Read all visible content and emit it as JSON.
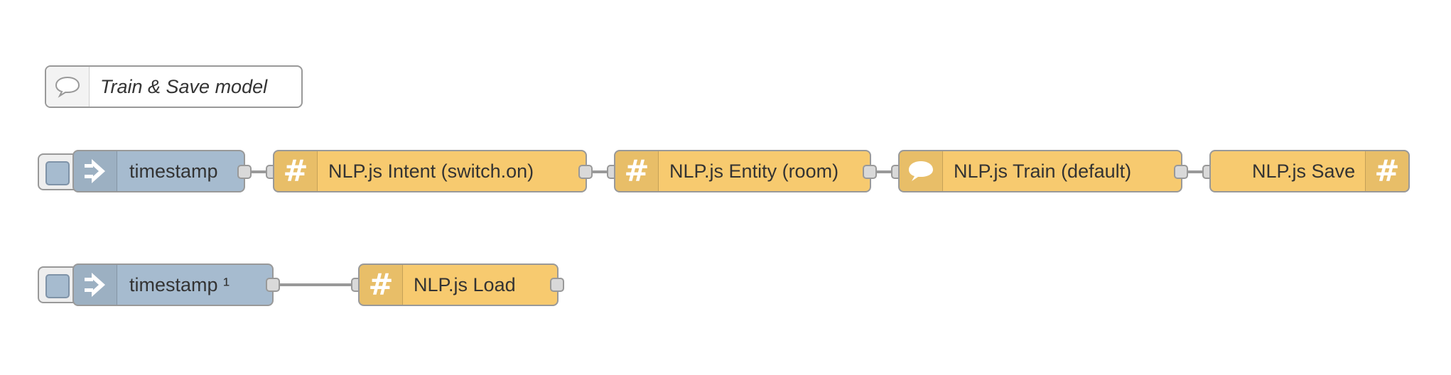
{
  "comment": {
    "label": "Train & Save model",
    "icon": "speech-bubble-outline-icon"
  },
  "flow1": {
    "inject": {
      "label": "timestamp",
      "icon": "inject-arrow-icon"
    },
    "intent": {
      "label": "NLP.js Intent (switch.on)",
      "icon": "hash-icon"
    },
    "entity": {
      "label": "NLP.js Entity (room)",
      "icon": "hash-icon"
    },
    "train": {
      "label": "NLP.js Train (default)",
      "icon": "speech-bubble-icon"
    },
    "save": {
      "label": "NLP.js Save",
      "icon": "hash-icon"
    }
  },
  "flow2": {
    "inject": {
      "label": "timestamp ¹",
      "icon": "inject-arrow-icon"
    },
    "load": {
      "label": "NLP.js Load",
      "icon": "hash-icon"
    }
  },
  "colors": {
    "inject_node": "#a6bbcf",
    "nlp_node": "#f7ca6f",
    "wire": "#999999",
    "port": "#d9d9d9"
  }
}
